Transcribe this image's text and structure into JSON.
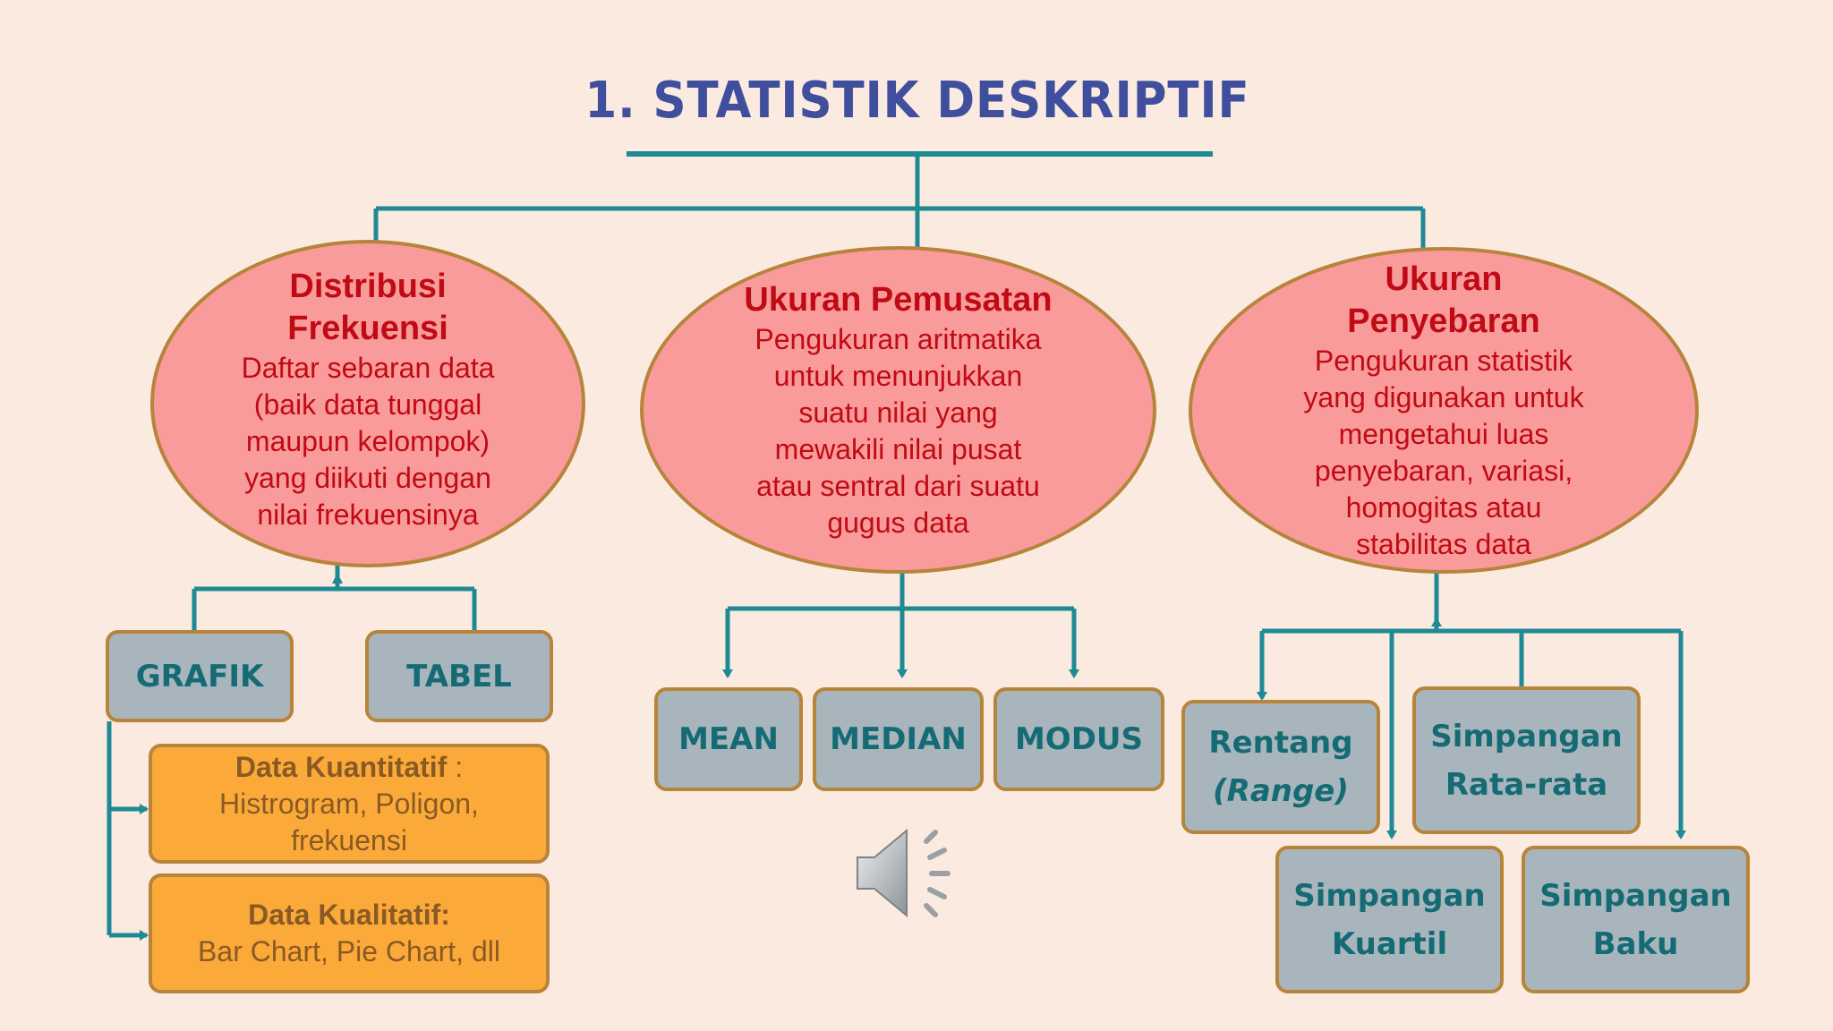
{
  "title": "1. STATISTIK DESKRIPTIF",
  "nodes": {
    "distribusi": {
      "title_line1": "Distribusi",
      "title_line2": "Frekuensi",
      "desc": [
        "Daftar sebaran data",
        "(baik data tunggal",
        "maupun kelompok)",
        "yang diikuti dengan",
        "nilai frekuensinya"
      ]
    },
    "pemusatan": {
      "title": "Ukuran Pemusatan",
      "desc": [
        "Pengukuran aritmatika",
        "untuk menunjukkan",
        "suatu nilai yang",
        "mewakili nilai pusat",
        "atau sentral dari suatu",
        "gugus data"
      ]
    },
    "penyebaran": {
      "title_line1": "Ukuran",
      "title_line2": "Penyebaran",
      "desc": [
        "Pengukuran statistik",
        "yang digunakan untuk",
        "mengetahui luas",
        "penyebaran, variasi,",
        "homogitas atau",
        "stabilitas data"
      ]
    }
  },
  "boxes": {
    "grafik": "GRAFIK",
    "tabel": "TABEL",
    "mean": "MEAN",
    "median": "MEDIAN",
    "modus": "MODUS",
    "rentang": {
      "line1": "Rentang",
      "line2": "(Range)"
    },
    "simpangan_rata": {
      "line1": "Simpangan",
      "line2": "Rata-rata"
    },
    "simpangan_kuartil": {
      "line1": "Simpangan",
      "line2": "Kuartil"
    },
    "simpangan_baku": {
      "line1": "Simpangan",
      "line2": "Baku"
    }
  },
  "grafik_types": {
    "kuantitatif": {
      "label": "Data Kuantitatif",
      "sep": " :",
      "line2": "Histrogram, Poligon,",
      "line3": "frekuensi"
    },
    "kualitatif": {
      "label": "Data Kualitatif:",
      "line2": "Bar Chart, Pie Chart, dll"
    }
  },
  "icons": {
    "speaker": "speaker-icon"
  },
  "colors": {
    "connector": "#1e8a95",
    "ellipse_fill": "#fa9b9b",
    "ellipse_border": "#b6843a",
    "ellipse_text": "#c00a14",
    "box_fill": "#a9b5bd",
    "box_text": "#156b74",
    "orange_fill": "#fbaa3a",
    "orange_text": "#8a5a24",
    "title": "#3f4f9e"
  }
}
